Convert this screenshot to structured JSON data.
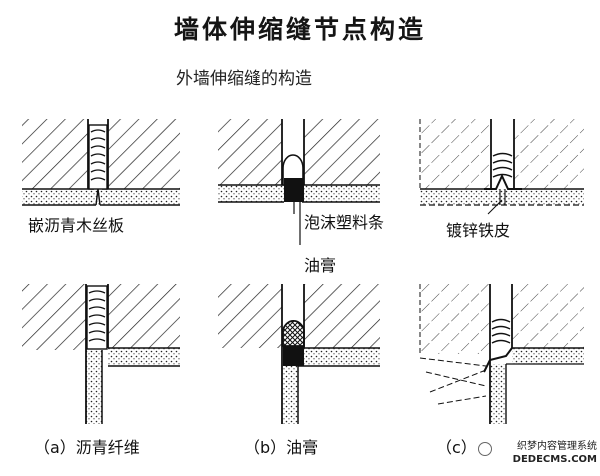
{
  "title": "墙体伸缩缝节点构造",
  "subtitle": "外墙伸缩缝的构造",
  "labels": {
    "embedded_asphalt_wood_board": "嵌沥青木丝板",
    "foam_plastic_strip": "泡沫塑料条",
    "oil_paste_top": "油膏",
    "galvanized_iron_sheet": "镀锌铁皮",
    "caption_a": "（a）沥青纤维",
    "caption_b": "（b）油膏",
    "caption_c": "（c）"
  },
  "watermark": {
    "line1": "织梦内容管理系统",
    "line2": "DEDECMS.COM"
  },
  "colors": {
    "ink": "#111111",
    "background": "#ffffff"
  }
}
